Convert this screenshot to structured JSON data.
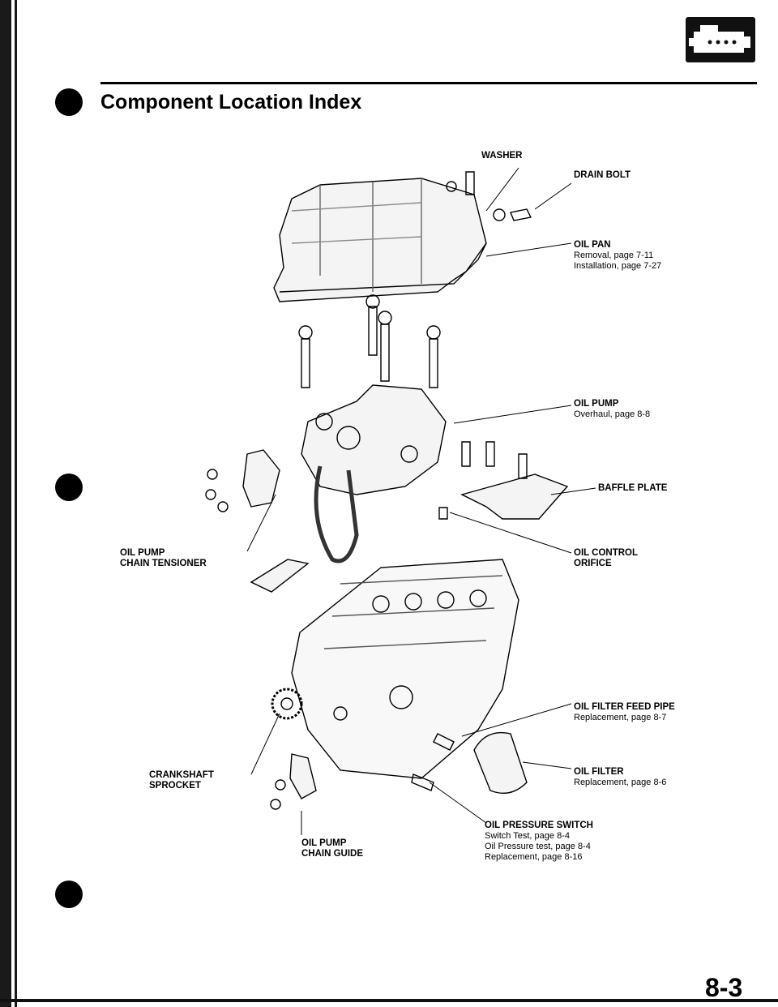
{
  "page": {
    "title": "Component Location Index",
    "page_number": "8-3",
    "header_icon": "engine-icon"
  },
  "labels": {
    "washer": {
      "name": "WASHER"
    },
    "drain_bolt": {
      "name": "DRAIN BOLT"
    },
    "oil_pan": {
      "name": "OIL PAN",
      "line1": "Removal, page 7-11",
      "line2": "Installation, page 7-27"
    },
    "oil_pump": {
      "name": "OIL PUMP",
      "line1": "Overhaul, page 8-8"
    },
    "baffle_plate": {
      "name": "BAFFLE PLATE"
    },
    "oil_pump_chain_tensioner": {
      "name1": "OIL PUMP",
      "name2": "CHAIN TENSIONER"
    },
    "oil_control_orifice": {
      "name1": "OIL CONTROL",
      "name2": "ORIFICE"
    },
    "oil_filter_feed_pipe": {
      "name": "OIL FILTER FEED PIPE",
      "line1": "Replacement, page 8-7"
    },
    "crankshaft_sprocket": {
      "name1": "CRANKSHAFT",
      "name2": "SPROCKET"
    },
    "oil_filter": {
      "name": "OIL FILTER",
      "line1": "Replacement, page 8-6"
    },
    "oil_pressure_switch": {
      "name": "OIL PRESSURE SWITCH",
      "line1": "Switch Test, page 8-4",
      "line2": "Oil Pressure test, page 8-4",
      "line3": "Replacement, page 8-16"
    },
    "oil_pump_chain_guide": {
      "name1": "OIL PUMP",
      "name2": "CHAIN GUIDE"
    }
  }
}
